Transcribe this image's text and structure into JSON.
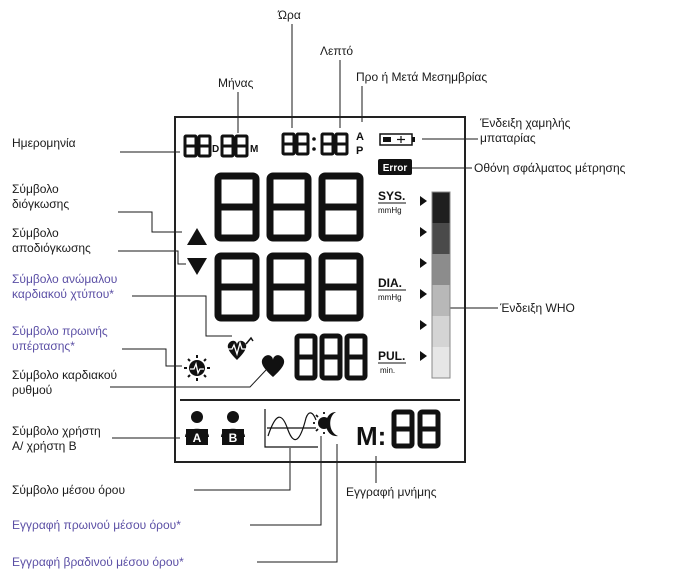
{
  "labels": {
    "hour": "Ώρα",
    "minute": "Λεπτό",
    "month": "Μήνας",
    "am_pm": "Προ ή Μετά Μεσημβρίας",
    "low_battery": "Ένδειξη χαμηλής\nμπαταρίας",
    "date": "Ημερομηνία",
    "error_screen": "Οθόνη σφάλματος μέτρησης",
    "inflation": "Σύμβολο\nδιόγκωσης",
    "deflation": "Σύμβολο\nαποδιόγκωσης",
    "irregular_heartbeat": "Σύμβολο ανώμαλου\nκαρδιακού χτύπου*",
    "morning_hypertension": "Σύμβολο πρωινής\nυπέρτασης*",
    "heart_rhythm": "Σύμβολο καρδιακού\nρυθμού",
    "who_indicator": "Ένδειξη WHO",
    "user_symbol": "Σύμβολο χρήστη\nA/ χρήστη B",
    "average": "Σύμβολο μέσου όρου",
    "memory_record": "Εγγραφή μνήμης",
    "morning_average": "Εγγραφή πρωινού μέσου όρου*",
    "evening_average": "Εγγραφή βραδινού μέσου όρου*"
  },
  "lcd": {
    "day_marker": "D",
    "month_marker": "M",
    "am": "A",
    "pm": "P",
    "error": "Error",
    "sys": "SYS.",
    "dia": "DIA.",
    "pul": "PUL.",
    "unit_mmhg": "mmHg",
    "unit_min": "min.",
    "user_a": "A",
    "user_b": "B",
    "memory_marker": "M:"
  },
  "colors": {
    "label_purple": "#5b4fa5",
    "who_levels": [
      "#1f1f1f",
      "#4a4a4a",
      "#8c8c8c",
      "#b8b8b8",
      "#d4d4d4",
      "#e6e6e6"
    ]
  }
}
